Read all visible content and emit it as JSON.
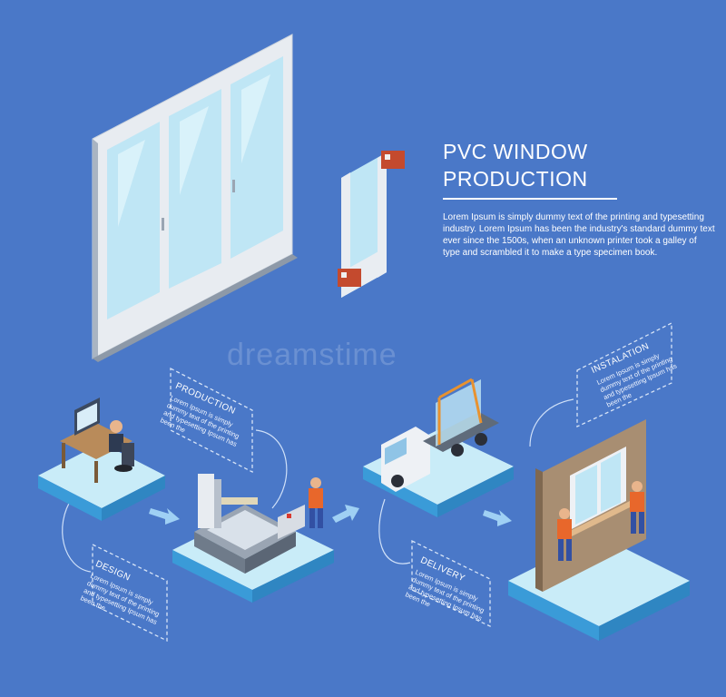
{
  "header": {
    "title_line1": "PVC WINDOW",
    "title_line2": "PRODUCTION",
    "description": "Lorem Ipsum is simply dummy text of the printing and typesetting industry. Lorem Ipsum has been the industry's standard dummy text ever since the 1500s, when an unknown printer took a galley of type and scrambled it to make a type specimen book."
  },
  "steps": {
    "design": {
      "title": "DESIGN",
      "text": "Lorem Ipsum is simply dummy text of the printing and typesetting Ipsum has been the"
    },
    "production": {
      "title": "PRODUCTION",
      "text": "Lorem Ipsum is simply dummy text of the printing and typesetting Ipsum has been the"
    },
    "delivery": {
      "title": "DELIVERY",
      "text": "Lorem Ipsum is simply dummy text of the printing and typesetting Ipsum has been the"
    },
    "installation": {
      "title": "INSTALATION",
      "text": "Lorem Ipsum is simply dummy text of the printing and typesetting Ipsum has been the"
    }
  },
  "watermark": "dreamstime",
  "colors": {
    "background": "#4a78c8",
    "platform_top": "#c9ecf8",
    "platform_side": "#3a9bd8",
    "worker_suit": "#e8672b",
    "glass": "#bfe6f5"
  }
}
